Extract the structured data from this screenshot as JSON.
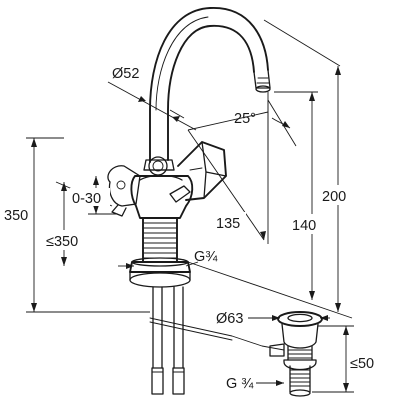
{
  "dimensions": {
    "outer_height": "350",
    "max_mount_height": "≤350",
    "clamp_range": "0-30",
    "spout_diameter": "Ø52",
    "swivel_angle": "25°",
    "spout_reach": "135",
    "spout_outlet_height": "140",
    "overall_height": "200",
    "shank_thread": "G¾",
    "waste_diameter": "Ø63",
    "waste_thread": "G ¾",
    "waste_height": "≤50"
  }
}
